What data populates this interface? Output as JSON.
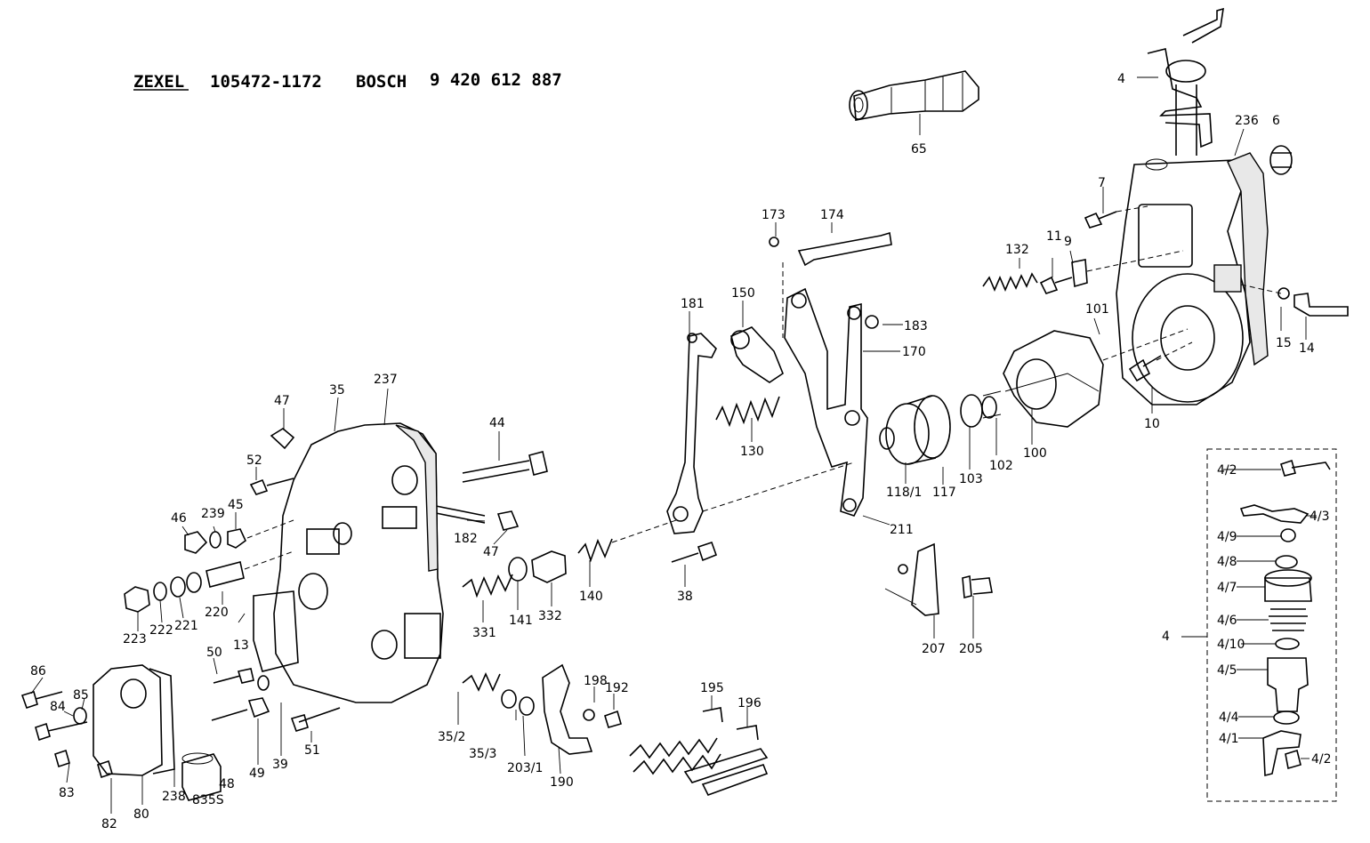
{
  "header": {
    "brand1": "ZEXEL",
    "part1": "105472-1172",
    "brand2": "BOSCH",
    "part2": "9 420 612 887"
  },
  "parts": {
    "p4": "4",
    "p236": "236",
    "p6": "6",
    "p65": "65",
    "p7": "7",
    "p173": "173",
    "p174": "174",
    "p132": "132",
    "p11": "11",
    "p9": "9",
    "p181": "181",
    "p150": "150",
    "p183": "183",
    "p101": "101",
    "p170": "170",
    "p15": "15",
    "p14": "14",
    "p10": "10",
    "p130": "130",
    "p237": "237",
    "p35": "35",
    "p47a": "47",
    "p44": "44",
    "p52": "52",
    "p118_1": "118/1",
    "p117": "117",
    "p103": "103",
    "p102": "102",
    "p100": "100",
    "p46": "46",
    "p239": "239",
    "p45": "45",
    "p182": "182",
    "p47b": "47",
    "p211": "211",
    "p220": "220",
    "p223": "223",
    "p222": "222",
    "p221": "221",
    "p331": "331",
    "p141": "141",
    "p332": "332",
    "p140": "140",
    "p38": "38",
    "p207": "207",
    "p205": "205",
    "p13": "13",
    "p50": "50",
    "p86": "86",
    "p85": "85",
    "p84": "84",
    "p83": "83",
    "p82": "82",
    "p80": "80",
    "p238": "238",
    "p835s": "835S",
    "p48": "48",
    "p49": "49",
    "p39": "39",
    "p51": "51",
    "p35_2": "35/2",
    "p35_3": "35/3",
    "p203_1": "203/1",
    "p190": "190",
    "p198": "198",
    "p192": "192",
    "p195": "195",
    "p196": "196"
  },
  "detail": {
    "callout": "4",
    "labels": {
      "d4_2a": "4/2",
      "d4_3": "4/3",
      "d4_9": "4/9",
      "d4_8": "4/8",
      "d4_7": "4/7",
      "d4_6": "4/6",
      "d4_10": "4/10",
      "d4_5": "4/5",
      "d4_4": "4/4",
      "d4_1": "4/1",
      "d4_2b": "4/2"
    }
  }
}
